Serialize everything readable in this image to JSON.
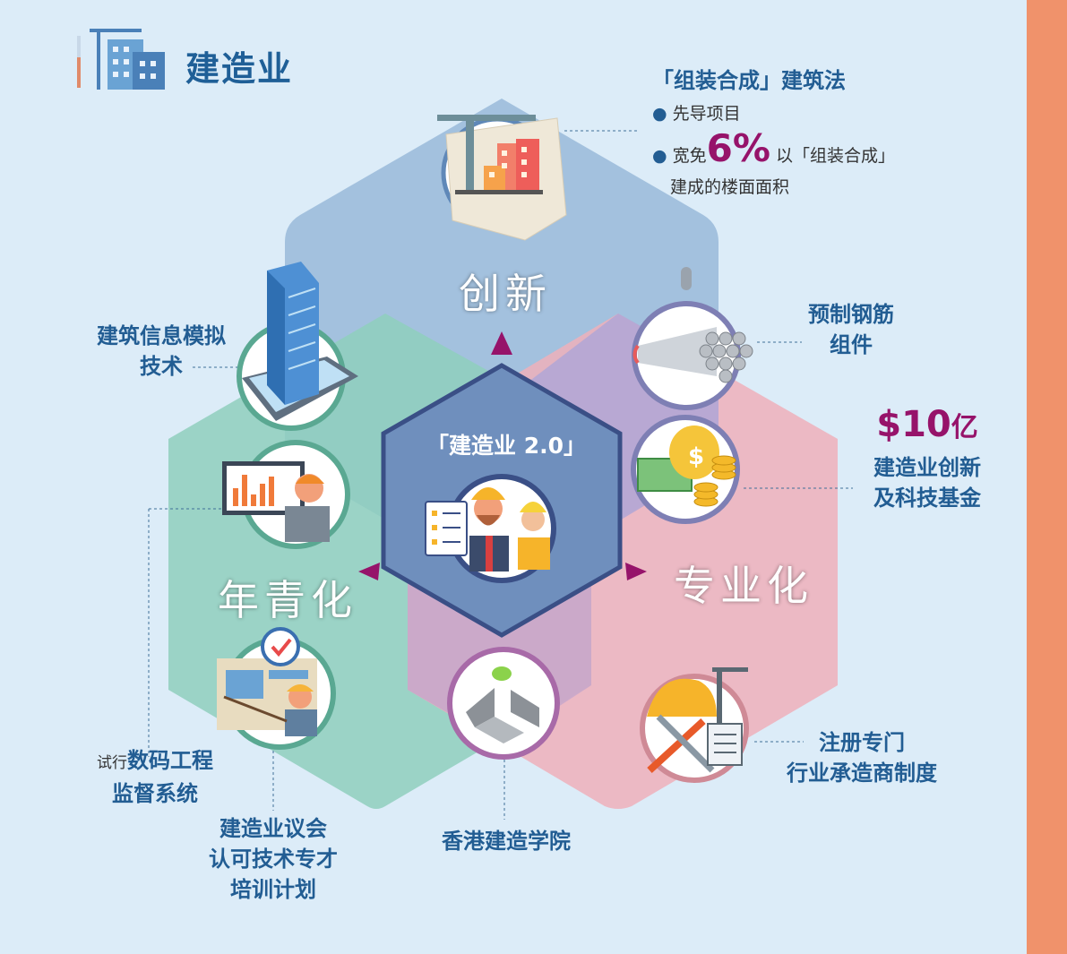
{
  "header": {
    "title": "建造业",
    "icon": "construction-building-icon"
  },
  "center": {
    "title": "「建造业 2.0」",
    "icon": "workers-with-checklist-icon"
  },
  "pillars": {
    "innovation": "创新",
    "youth": "年青化",
    "professional": "专业化"
  },
  "mic": {
    "heading": "「组装合成」建筑法",
    "bullet1": "先导项目",
    "bullet2_pre": "宽免",
    "bullet2_big": "6%",
    "bullet2_post": "以「组装合成」",
    "bullet2_line2": "建成的楼面面积"
  },
  "prefab": {
    "line1": "预制钢筋",
    "line2": "组件"
  },
  "fund": {
    "amount": "$10",
    "unit": "亿",
    "line1": "建造业创新",
    "line2": "及科技基金"
  },
  "bim": {
    "line1": "建筑信息模拟",
    "line2": "技术"
  },
  "dwss": {
    "pre": "试行",
    "line1": "数码工程",
    "line2": "监督系统"
  },
  "cic": {
    "line1": "建造业议会",
    "line2": "认可技术专才",
    "line3": "培训计划"
  },
  "academy": {
    "label": "香港建造学院"
  },
  "contractor": {
    "line1": "注册专门",
    "line2": "行业承造商制度"
  },
  "colors": {
    "innovation_hex": "#a3c1de",
    "youth_hex": "#8fcfbd",
    "professional_hex": "#eeb0bb",
    "center_hex": "#5f7fae",
    "overlap_purple": "#b8a8d8",
    "accent_purple": "#96136a",
    "text_blue": "#225d93",
    "side_bar": "#f0926b"
  }
}
